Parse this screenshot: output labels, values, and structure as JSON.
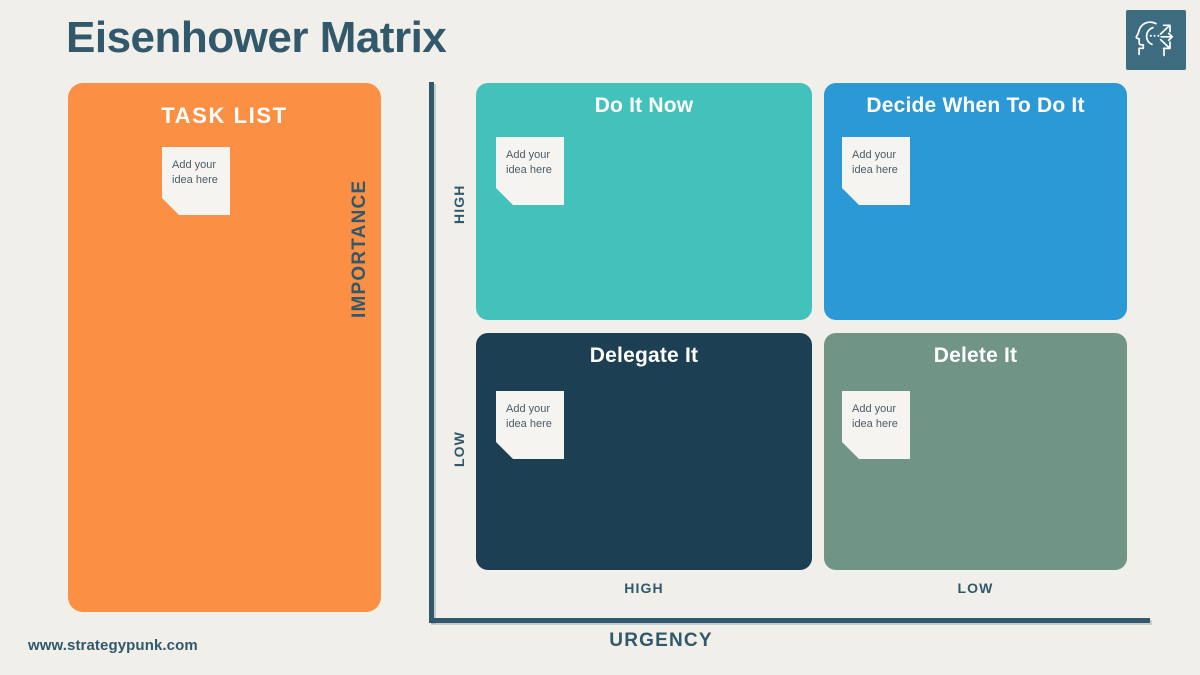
{
  "header": {
    "title": "Eisenhower Matrix",
    "logo_icon": "head-profile-arrows-icon"
  },
  "task_list": {
    "heading": "TASK LIST",
    "color": "#fb8f44",
    "note": {
      "text": "Add your idea here"
    }
  },
  "matrix": {
    "axes": {
      "y_label": "IMPORTANCE",
      "x_label": "URGENCY",
      "y_ticks": [
        "HIGH",
        "LOW"
      ],
      "x_ticks": [
        "HIGH",
        "LOW"
      ],
      "axis_color": "#31586b"
    },
    "quadrants": [
      {
        "title": "Do It Now",
        "color": "#42c2bb",
        "note": "Add your idea here",
        "urgency": "HIGH",
        "importance": "HIGH"
      },
      {
        "title": "Decide When To Do It",
        "color": "#2b99d6",
        "note": "Add your idea here",
        "urgency": "LOW",
        "importance": "HIGH"
      },
      {
        "title": "Delegate It",
        "color": "#1d3f54",
        "note": "Add your idea here",
        "urgency": "HIGH",
        "importance": "LOW"
      },
      {
        "title": "Delete It",
        "color": "#709485",
        "note": "Add your idea here",
        "urgency": "LOW",
        "importance": "LOW"
      }
    ]
  },
  "footer": {
    "url": "www.strategypunk.com"
  },
  "theme": {
    "background": "#f1efe9",
    "note_background": "#f5f4f1",
    "note_text": "#4a5c68",
    "title_color": "#31586b",
    "logo_background": "#3d6c80"
  }
}
